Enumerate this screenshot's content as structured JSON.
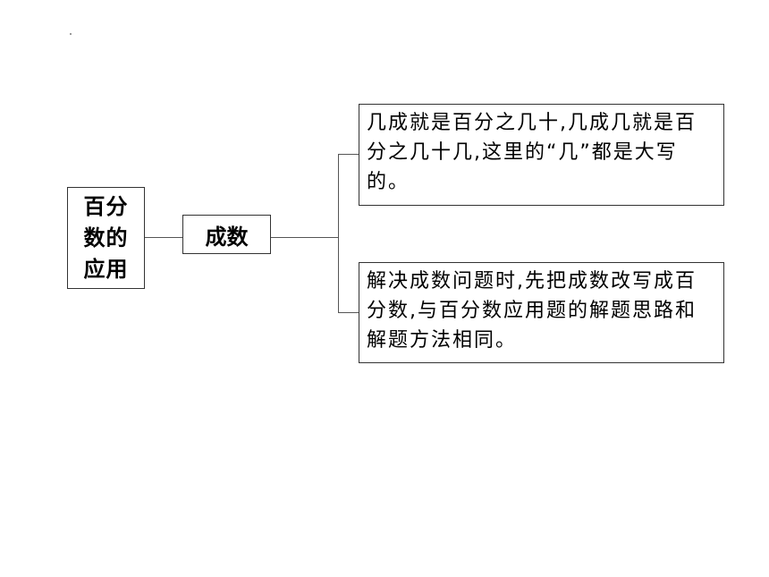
{
  "root": {
    "label": "百分数的应用"
  },
  "branch": {
    "label": "成数"
  },
  "leaves": [
    {
      "text": "几成就是百分之几十,几成几就是百分之几十几,这里的“几”都是大写的。"
    },
    {
      "text": "解决成数问题时,先把成数改写成百分数,与百分数应用题的解题思路和解题方法相同。"
    }
  ]
}
